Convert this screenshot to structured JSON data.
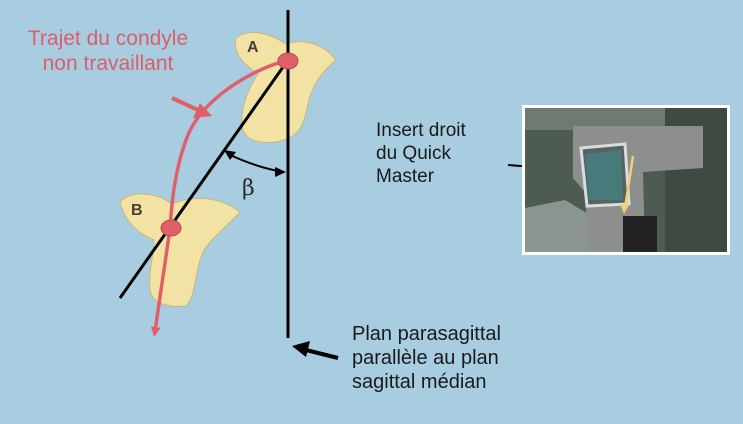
{
  "labels": {
    "condyle_path": [
      "Trajet du condyle",
      "non travaillant"
    ],
    "point_a": "A",
    "point_b": "B",
    "angle": "β",
    "insert": [
      "Insert droit",
      "du Quick",
      "Master"
    ],
    "plane": [
      "Plan parasagittal",
      "parallèle au plan",
      "sagittal médian"
    ]
  },
  "colors": {
    "background": "#a8cde0",
    "condyle_fill": "#f2e3a4",
    "path_red": "#e0606a",
    "label_red": "#d9606a",
    "line": "#000000"
  }
}
